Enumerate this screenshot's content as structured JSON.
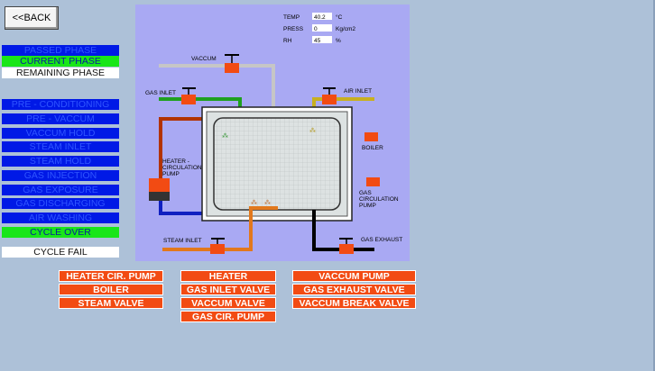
{
  "back_button": "<<BACK",
  "legend": {
    "passed": "PASSED PHASE",
    "current": "CURRENT PHASE",
    "remaining": "REMAINING PHASE"
  },
  "phases": [
    "PRE - CONDITIONING",
    "PRE - VACCUM",
    "VACCUM HOLD",
    "STEAM INLET",
    "STEAM HOLD",
    "GAS INJECTION",
    "GAS EXPOSURE",
    "GAS DISCHARGING",
    "AIR WASHING",
    "CYCLE OVER"
  ],
  "cycle_fail": "CYCLE FAIL",
  "readouts": {
    "temp_label": "TEMP",
    "temp_value": "40.2",
    "temp_unit": "°C",
    "press_label": "PRESS",
    "press_value": "0",
    "press_unit": "Kg/cm2",
    "rh_label": "RH",
    "rh_value": "45",
    "rh_unit": "%"
  },
  "diagram_labels": {
    "vaccum": "VACCUM",
    "gas_inlet": "GAS INLET",
    "air_inlet": "AIR INLET",
    "boiler": "BOILER",
    "heater_pump_1": "HEATER -",
    "heater_pump_2": "CIRCULATION",
    "heater_pump_3": "PUMP",
    "gas_circ_1": "GAS",
    "gas_circ_2": "CIRCULATION",
    "gas_circ_3": "PUMP",
    "steam_inlet": "STEAM INLET",
    "gas_exhaust": "GAS EXHAUST"
  },
  "status_buttons": {
    "col1": [
      "HEATER CIR. PUMP",
      "BOILER",
      "STEAM VALVE"
    ],
    "col2": [
      "HEATER",
      "GAS INLET VALVE",
      "VACCUM VALVE",
      "GAS CIR. PUMP"
    ],
    "col3": [
      "VACCUM PUMP",
      "GAS EXHAUST VALVE",
      "VACCUM BREAK VALVE"
    ]
  },
  "colors": {
    "passed": "#0019e6",
    "current": "#19e619",
    "remaining": "#ffffff",
    "indicator": "#f24b13",
    "panel_bg": "#a9a9f3",
    "screen_bg": "#adc1d8"
  }
}
